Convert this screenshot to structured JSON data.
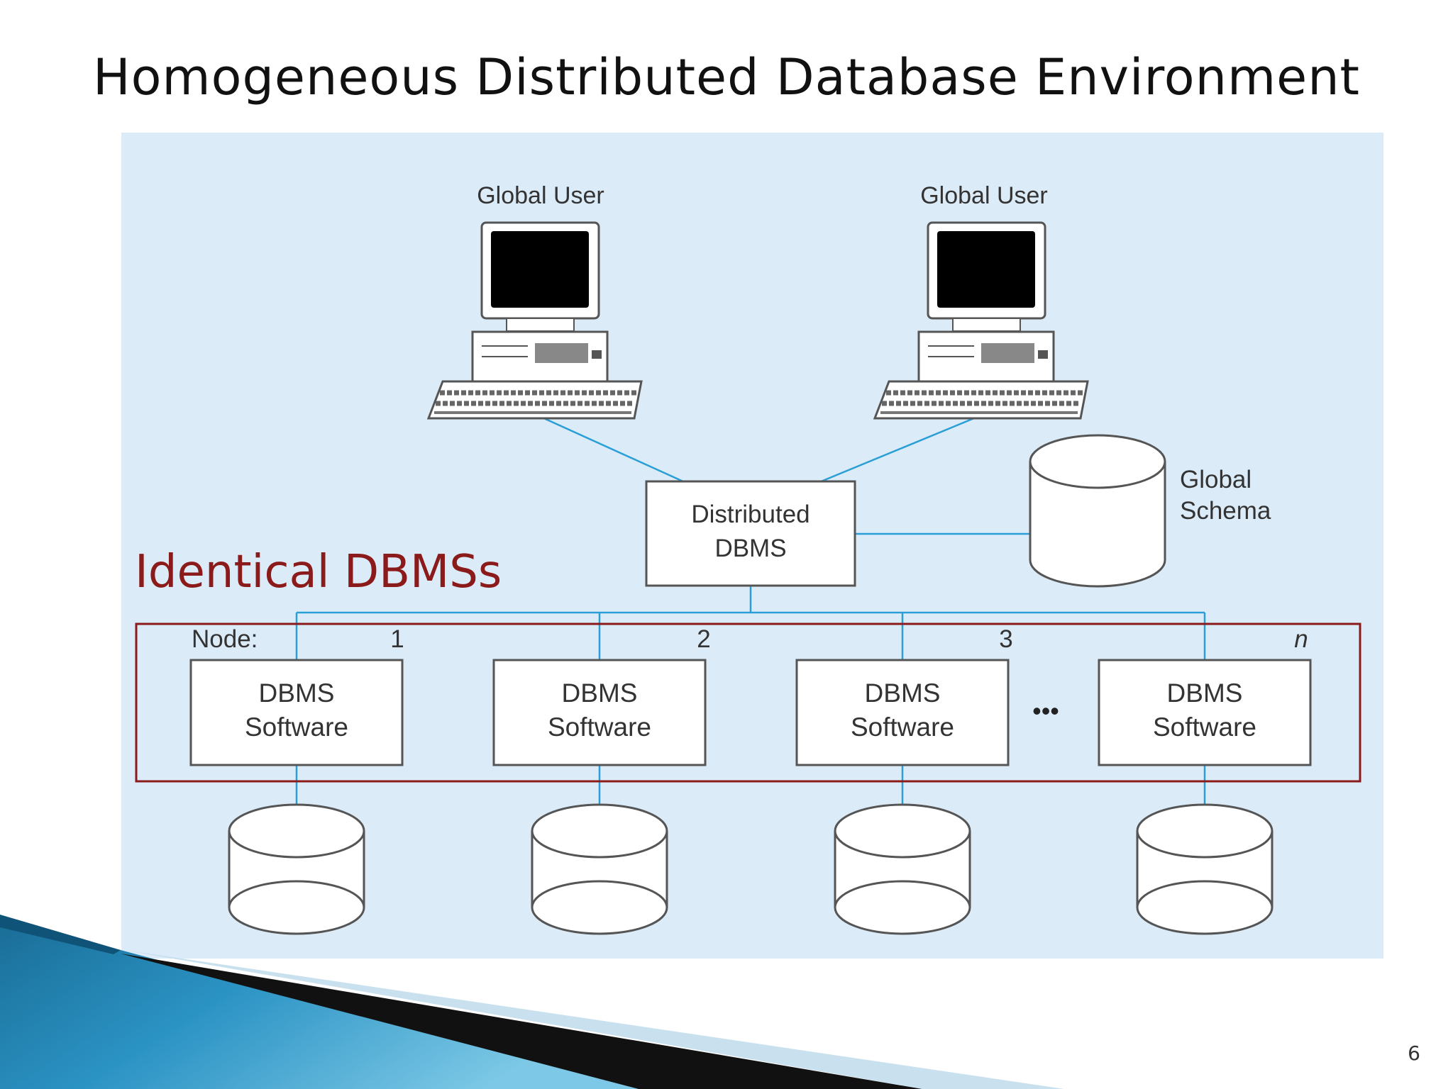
{
  "slide": {
    "title": "Homogeneous Distributed Database Environment",
    "callout": "Identical DBMSs",
    "page_number": "6"
  },
  "diagram": {
    "global_users": [
      {
        "label": "Global User"
      },
      {
        "label": "Global User"
      }
    ],
    "distributed_dbms": {
      "line1": "Distributed",
      "line2": "DBMS"
    },
    "global_schema": {
      "line1": "Global",
      "line2": "Schema"
    },
    "node_label": "Node:",
    "nodes": [
      {
        "number": "1",
        "line1": "DBMS",
        "line2": "Software"
      },
      {
        "number": "2",
        "line1": "DBMS",
        "line2": "Software"
      },
      {
        "number": "3",
        "line1": "DBMS",
        "line2": "Software"
      },
      {
        "number": "n",
        "line1": "DBMS",
        "line2": "Software"
      }
    ],
    "ellipsis": "•••"
  },
  "colors": {
    "figure_background": "#dcebf8",
    "connector": "#2a9fd6",
    "highlight": "#8b1a1a"
  }
}
